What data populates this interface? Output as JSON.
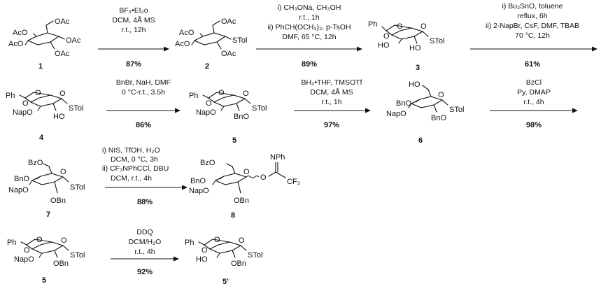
{
  "compounds": [
    {
      "id": "c1",
      "number": "1",
      "labels": [
        "OAc",
        "AcO",
        "AcO",
        "OAc",
        "OAc"
      ]
    },
    {
      "id": "c2",
      "number": "2",
      "labels": [
        "OAc",
        "AcO",
        "AcO",
        "STol",
        "OAc"
      ]
    },
    {
      "id": "c3",
      "number": "3",
      "labels": [
        "Ph",
        "O",
        "O",
        "HO",
        "HO",
        "STol",
        "O"
      ]
    },
    {
      "id": "c4",
      "number": "4",
      "labels": [
        "Ph",
        "O",
        "O",
        "NapO",
        "HO",
        "STol",
        "O"
      ]
    },
    {
      "id": "c5",
      "number": "5",
      "labels": [
        "Ph",
        "O",
        "O",
        "NapO",
        "BnO",
        "STol",
        "O"
      ]
    },
    {
      "id": "c6",
      "number": "6",
      "labels": [
        "HO",
        "BnO",
        "NapO",
        "BnO",
        "STol",
        "O"
      ]
    },
    {
      "id": "c7",
      "number": "7",
      "labels": [
        "BzO",
        "BnO",
        "NapO",
        "OBn",
        "STol",
        "O"
      ]
    },
    {
      "id": "c8",
      "number": "8",
      "labels": [
        "BzO",
        "BnO",
        "NapO",
        "OBn",
        "O",
        "NPh",
        "CF₃",
        "O"
      ]
    },
    {
      "id": "c5b",
      "number": "5",
      "labels": [
        "Ph",
        "O",
        "O",
        "NapO",
        "OBn",
        "STol",
        "O"
      ]
    },
    {
      "id": "c5p",
      "number": "5'",
      "labels": [
        "Ph",
        "O",
        "O",
        "HO",
        "OBn",
        "STol",
        "O"
      ]
    }
  ],
  "reactions": [
    {
      "id": "r1",
      "conditions": [
        "BF₃•Et₂o",
        "DCM, 4Å MS",
        "r.t., 12h"
      ],
      "yield": "87%"
    },
    {
      "id": "r2",
      "conditions": [
        "i) CH₃ONa, CH₃OH",
        "r.t., 1h",
        "ii) PhCH(OCH₃)₂, p-TsOH",
        "DMF, 65 °C, 12h"
      ],
      "yield": "89%"
    },
    {
      "id": "r3",
      "conditions": [
        "i) Bu₂SnO, toluene",
        "reflux, 6h",
        "ii) 2-NapBr, CsF, DMF, TBAB",
        "70 °C, 12h"
      ],
      "yield": "61%"
    },
    {
      "id": "r4",
      "conditions": [
        "BnBr, NaH, DMF",
        "0 °C-r.t., 3.5h"
      ],
      "yield": "86%"
    },
    {
      "id": "r5",
      "conditions": [
        "BH₃•THF, TMSOTf",
        "DCM, 4Å MS",
        "r.t., 1h"
      ],
      "yield": "97%"
    },
    {
      "id": "r6",
      "conditions": [
        "BzCl",
        "Py, DMAP",
        "r.t., 4h"
      ],
      "yield": "98%"
    },
    {
      "id": "r7",
      "conditions": [
        "i) NIS, TfOH, H₂O",
        "DCM, 0 °C, 3h",
        "ii) CF₃NPhCCl, DBU",
        "DCM, r.t., 4h"
      ],
      "yield": "88%"
    },
    {
      "id": "r8",
      "conditions": [
        "DDQ",
        "DCM/H₂O",
        "r.t., 4h"
      ],
      "yield": "92%"
    }
  ]
}
